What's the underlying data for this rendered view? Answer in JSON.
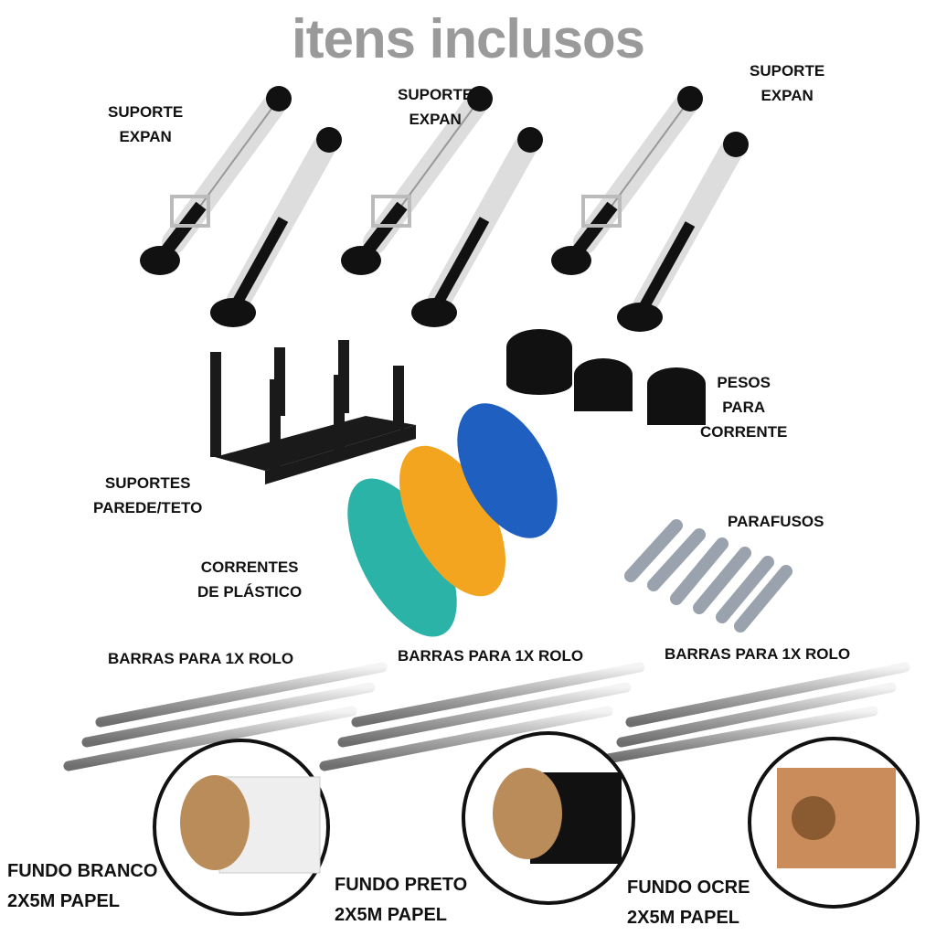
{
  "title": "itens inclusos",
  "labels": {
    "expan_1": [
      "SUPORTE",
      "EXPAN"
    ],
    "expan_2": [
      "SUPORTE",
      "EXPAN"
    ],
    "expan_3": [
      "SUPORTE",
      "EXPAN"
    ],
    "pesos": [
      "PESOS",
      "PARA",
      "CORRENTE"
    ],
    "suportes": [
      "SUPORTES",
      "PAREDE/TETO"
    ],
    "parafusos": "PARAFUSOS",
    "correntes": [
      "CORRENTES",
      "DE PLÁSTICO"
    ],
    "barras": [
      "BARRAS PARA 1X ROLO",
      "BARRAS PARA 1X ROLO",
      "BARRAS PARA 1X ROLO"
    ],
    "fundo_branco": [
      "FUNDO BRANCO",
      "2X5M PAPEL"
    ],
    "fundo_preto": [
      "FUNDO PRETO",
      "2X5M PAPEL"
    ],
    "fundo_ocre": [
      "FUNDO OCRE",
      "2X5M PAPEL"
    ]
  },
  "colors": {
    "title": "#9a9a9a",
    "chain_teal": "#2bb3a8",
    "chain_orange": "#f3a51f",
    "chain_blue": "#1f5fbf",
    "ocre": "#c98c5a"
  }
}
